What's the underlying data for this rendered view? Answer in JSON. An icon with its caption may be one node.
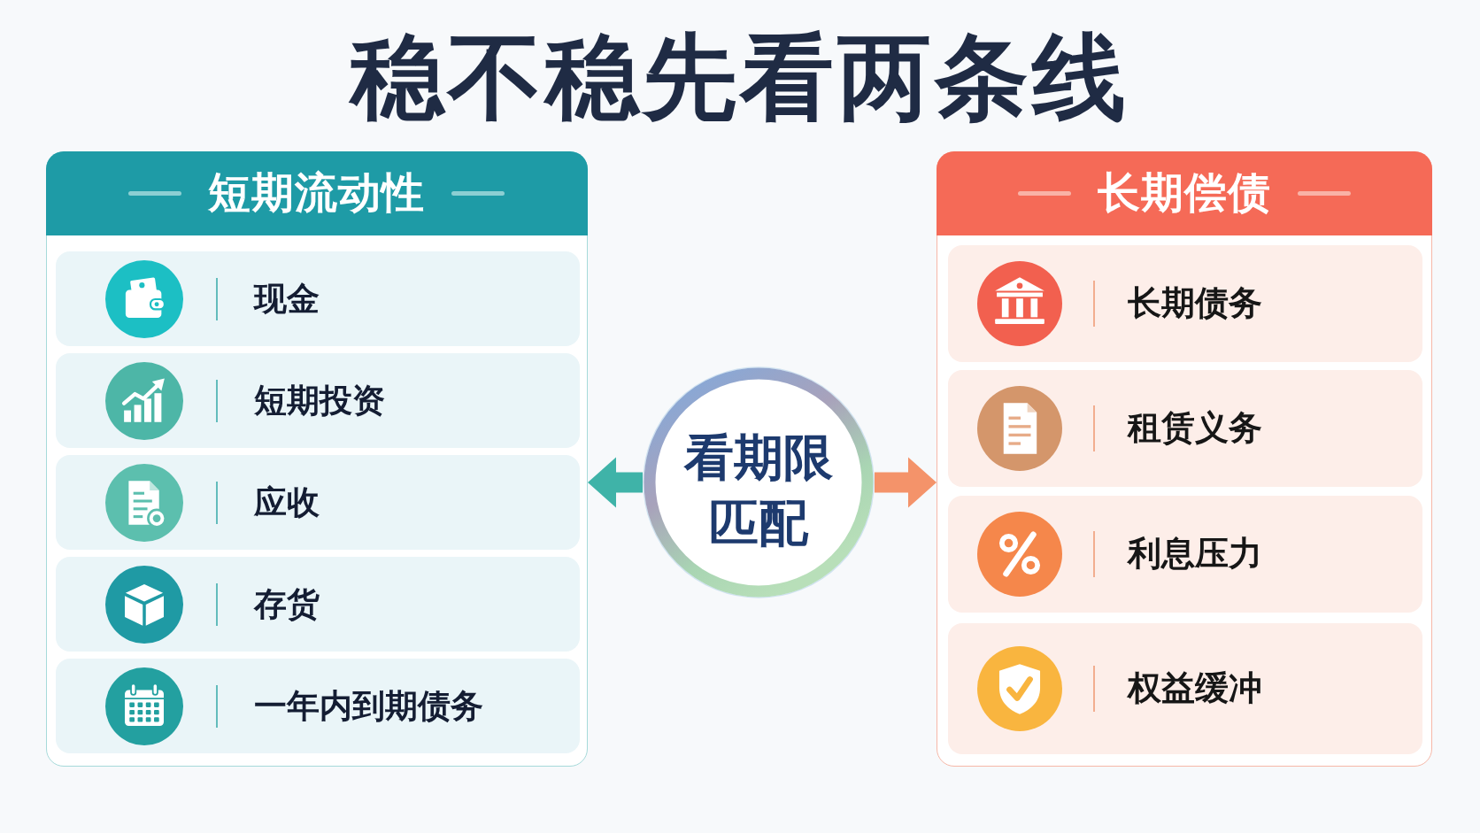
{
  "diagram": {
    "title": "稳不稳先看两条线",
    "nodes": [
      {
        "text": [
          "短期流动性"
        ]
      },
      {
        "text": [
          "现金"
        ],
        "in": 0
      },
      {
        "text": [
          "短期投资"
        ],
        "in": 0
      },
      {
        "text": [
          "应收"
        ],
        "in": 0
      },
      {
        "text": [
          "存货"
        ],
        "in": 0
      },
      {
        "text": [
          "一年内到期债务"
        ],
        "in": 0
      },
      {
        "text": [
          "看期限匹配"
        ]
      },
      {
        "text": [
          "长期偿债"
        ]
      },
      {
        "text": [
          "长期债务"
        ],
        "in": 7
      },
      {
        "text": [
          "租赁义务"
        ],
        "in": 7
      },
      {
        "text": [
          "利息压力"
        ],
        "in": 7
      },
      {
        "text": [
          "权益缓冲"
        ],
        "in": 7
      }
    ],
    "edges": [
      {
        "from": 6,
        "to": 0,
        "arrow": "to",
        "color": "#3fb3a8"
      },
      {
        "from": 6,
        "to": 7,
        "arrow": "to",
        "color": "#f4936a"
      }
    ]
  }
}
